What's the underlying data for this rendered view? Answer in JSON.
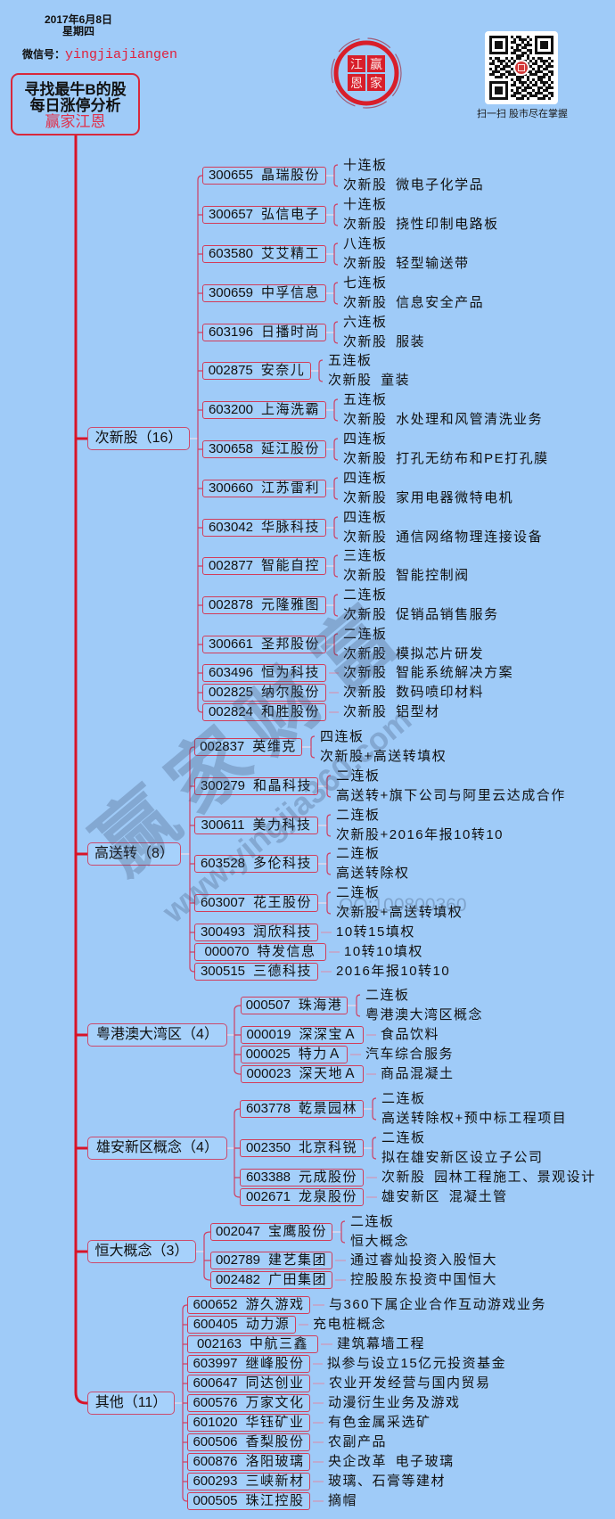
{
  "header": {
    "date": "2017年6月8日",
    "weekday": "星期四",
    "wechat_label": "微信号：",
    "wechat_id": "yingjiajiangen",
    "seal": {
      "top_left": "江",
      "top_right": "赢",
      "bottom_left": "恩",
      "bottom_right": "家"
    },
    "qr_caption": "扫一扫 股市尽在掌握",
    "qr_icon": "qr-code-icon"
  },
  "root": {
    "line1": "寻找最牛B的股",
    "line2": "每日涨停分析",
    "brand": "赢家江恩"
  },
  "categories": [
    {
      "label": "次新股（16）",
      "stocks": [
        {
          "code": "300655",
          "name": "晶瑞股份",
          "notes": [
            "十连板",
            "次新股 微电子化学品"
          ]
        },
        {
          "code": "300657",
          "name": "弘信电子",
          "notes": [
            "十连板",
            "次新股 挠性印制电路板"
          ]
        },
        {
          "code": "603580",
          "name": "艾艾精工",
          "notes": [
            "八连板",
            "次新股 轻型输送带"
          ]
        },
        {
          "code": "300659",
          "name": "中孚信息",
          "notes": [
            "七连板",
            "次新股 信息安全产品"
          ]
        },
        {
          "code": "603196",
          "name": "日播时尚",
          "notes": [
            "六连板",
            "次新股 服装"
          ]
        },
        {
          "code": "002875",
          "name": "安奈儿",
          "notes": [
            "五连板",
            "次新股 童装"
          ]
        },
        {
          "code": "603200",
          "name": "上海洗霸",
          "notes": [
            "五连板",
            "次新股 水处理和风管清洗业务"
          ]
        },
        {
          "code": "300658",
          "name": "延江股份",
          "notes": [
            "四连板",
            "次新股 打孔无纺布和PE打孔膜"
          ]
        },
        {
          "code": "300660",
          "name": "江苏雷利",
          "notes": [
            "四连板",
            "次新股 家用电器微特电机"
          ]
        },
        {
          "code": "603042",
          "name": "华脉科技",
          "notes": [
            "四连板",
            "次新股 通信网络物理连接设备"
          ]
        },
        {
          "code": "002877",
          "name": "智能自控",
          "notes": [
            "三连板",
            "次新股 智能控制阀"
          ]
        },
        {
          "code": "002878",
          "name": "元隆雅图",
          "notes": [
            "二连板",
            "次新股 促销品销售服务"
          ]
        },
        {
          "code": "300661",
          "name": "圣邦股份",
          "notes": [
            "二连板",
            "次新股 模拟芯片研发"
          ]
        },
        {
          "code": "603496",
          "name": "恒为科技",
          "notes": [
            "次新股 智能系统解决方案"
          ]
        },
        {
          "code": "002825",
          "name": "纳尔股份",
          "notes": [
            "次新股 数码喷印材料"
          ]
        },
        {
          "code": "002824",
          "name": "和胜股份",
          "notes": [
            "次新股 铝型材"
          ]
        }
      ]
    },
    {
      "label": "高送转（8）",
      "stocks": [
        {
          "code": "002837",
          "name": "英维克",
          "notes": [
            "四连板",
            "次新股+高送转填权"
          ]
        },
        {
          "code": "300279",
          "name": "和晶科技",
          "notes": [
            "二连板",
            "高送转+旗下公司与阿里云达成合作"
          ]
        },
        {
          "code": "300611",
          "name": "美力科技",
          "notes": [
            "二连板",
            "次新股+2016年报10转10"
          ]
        },
        {
          "code": "603528",
          "name": "多伦科技",
          "notes": [
            "二连板",
            "高送转除权"
          ]
        },
        {
          "code": "603007",
          "name": "花王股份",
          "notes": [
            "二连板",
            "次新股+高送转填权"
          ]
        },
        {
          "code": "300493",
          "name": "润欣科技",
          "notes": [
            "10转15填权"
          ]
        },
        {
          "code": "000070",
          "name": "特发信息",
          "notes": [
            "10转10填权"
          ]
        },
        {
          "code": "300515",
          "name": "三德科技",
          "notes": [
            "2016年报10转10"
          ]
        }
      ]
    },
    {
      "label": "粤港澳大湾区（4）",
      "stocks": [
        {
          "code": "000507",
          "name": "珠海港",
          "notes": [
            "二连板",
            "粤港澳大湾区概念"
          ]
        },
        {
          "code": "000019",
          "name": "深深宝Ａ",
          "notes": [
            "食品饮料"
          ]
        },
        {
          "code": "000025",
          "name": "特力Ａ",
          "notes": [
            "汽车综合服务"
          ]
        },
        {
          "code": "000023",
          "name": "深天地Ａ",
          "notes": [
            "商品混凝土"
          ]
        }
      ]
    },
    {
      "label": "雄安新区概念（4）",
      "stocks": [
        {
          "code": "603778",
          "name": "乾景园林",
          "notes": [
            "二连板",
            "高送转除权+预中标工程项目"
          ]
        },
        {
          "code": "002350",
          "name": "北京科锐",
          "notes": [
            "二连板",
            "拟在雄安新区设立子公司"
          ]
        },
        {
          "code": "603388",
          "name": "元成股份",
          "notes": [
            "次新股 园林工程施工、景观设计"
          ]
        },
        {
          "code": "002671",
          "name": "龙泉股份",
          "notes": [
            "雄安新区 混凝土管"
          ]
        }
      ]
    },
    {
      "label": "恒大概念（3）",
      "stocks": [
        {
          "code": "002047",
          "name": "宝鹰股份",
          "notes": [
            "二连板",
            "恒大概念"
          ]
        },
        {
          "code": "002789",
          "name": "建艺集团",
          "notes": [
            "通过睿灿投资入股恒大"
          ]
        },
        {
          "code": "002482",
          "name": "广田集团",
          "notes": [
            "控股股东投资中国恒大"
          ]
        }
      ]
    },
    {
      "label": "其他（11）",
      "stocks": [
        {
          "code": "600652",
          "name": "游久游戏",
          "notes": [
            "与360下属企业合作互动游戏业务"
          ]
        },
        {
          "code": "600405",
          "name": "动力源",
          "notes": [
            "充电桩概念"
          ]
        },
        {
          "code": "002163",
          "name": "中航三鑫",
          "notes": [
            "建筑幕墙工程"
          ]
        },
        {
          "code": "603997",
          "name": "继峰股份",
          "notes": [
            "拟参与设立15亿元投资基金"
          ]
        },
        {
          "code": "600647",
          "name": "同达创业",
          "notes": [
            "农业开发经营与国内贸易"
          ]
        },
        {
          "code": "600576",
          "name": "万家文化",
          "notes": [
            "动漫衍生业务及游戏"
          ]
        },
        {
          "code": "601020",
          "name": "华钰矿业",
          "notes": [
            "有色金属采选矿"
          ]
        },
        {
          "code": "600506",
          "name": "香梨股份",
          "notes": [
            "农副产品"
          ]
        },
        {
          "code": "600876",
          "name": "洛阳玻璃",
          "notes": [
            "央企改革 电子玻璃"
          ]
        },
        {
          "code": "600293",
          "name": "三峡新材",
          "notes": [
            "玻璃、石膏等建材"
          ]
        },
        {
          "code": "000505",
          "name": "珠江控股",
          "notes": [
            "摘帽"
          ]
        }
      ]
    }
  ],
  "watermarks": {
    "brand": "赢家财富",
    "url": "www.yingjia360.com",
    "qq": "QQ:100800360"
  },
  "colors": {
    "background": "#9fcbf8",
    "trunk": "#d81428",
    "box_border": "#d23c5a",
    "branch": "#cf3f62",
    "brand_red": "#e0203c",
    "text": "#111111"
  }
}
